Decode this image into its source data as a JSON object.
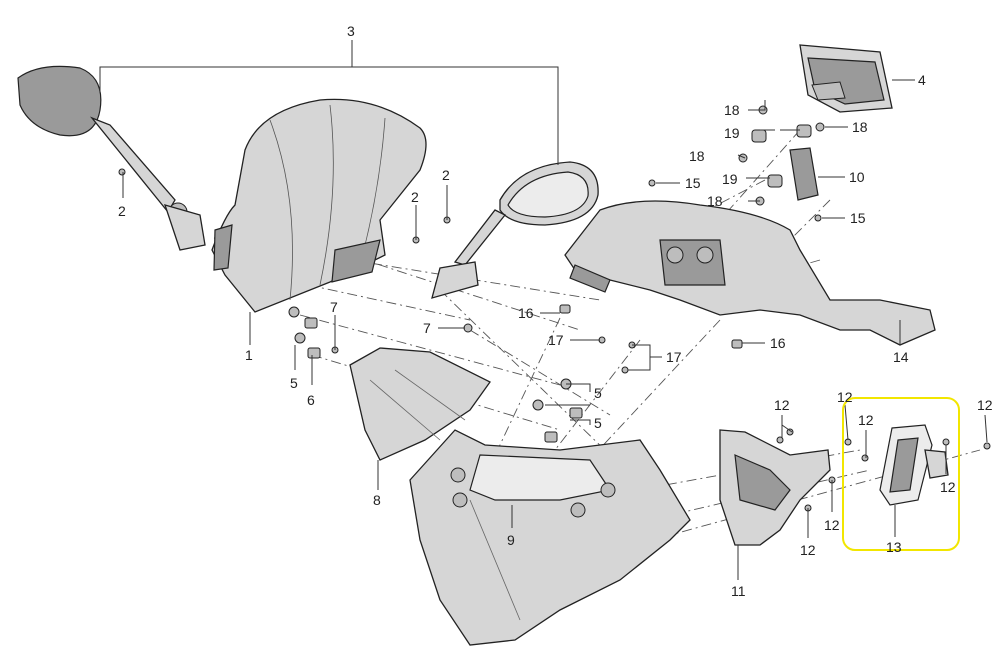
{
  "callouts": {
    "c1": "1",
    "c2a": "2",
    "c2b": "2",
    "c2c": "2",
    "c3": "3",
    "c4": "4",
    "c5a": "5",
    "c5b": "5",
    "c5c": "5",
    "c6": "6",
    "c7a": "7",
    "c7b": "7",
    "c8": "8",
    "c9": "9",
    "c10": "10",
    "c11": "11",
    "c12a": "12",
    "c12b": "12",
    "c12c": "12",
    "c12d": "12",
    "c12e": "12",
    "c12f": "12",
    "c12g": "12",
    "c13": "13",
    "c14": "14",
    "c15a": "15",
    "c15b": "15",
    "c16a": "16",
    "c16b": "16",
    "c17a": "17",
    "c17b": "17",
    "c18a": "18",
    "c18b": "18",
    "c18c": "18",
    "c18d": "18",
    "c19a": "19",
    "c19b": "19"
  },
  "highlight": {
    "color": "#f2e600",
    "target_part": "13"
  },
  "colors": {
    "line": "#222222",
    "part_fill": "#d6d6d6"
  }
}
